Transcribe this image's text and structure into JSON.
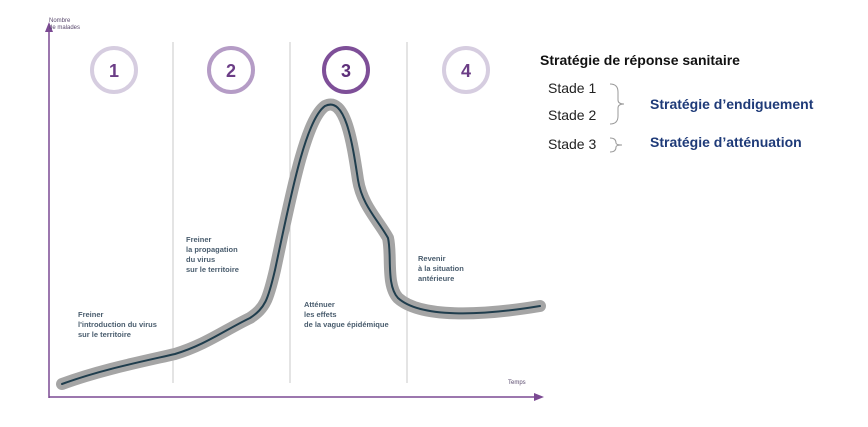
{
  "axes": {
    "y_label": "Nombre\nde malades",
    "x_label": "Temps"
  },
  "phases": [
    {
      "number": "1",
      "text": "Freiner\nl'introduction du virus\nsur le territoire"
    },
    {
      "number": "2",
      "text": "Freiner\nla propagation\ndu virus\nsur le territoire"
    },
    {
      "number": "3",
      "text": "Atténuer\nles effets\nde la vague épidémique"
    },
    {
      "number": "4",
      "text": "Revenir\nà la situation\nantérieure"
    }
  ],
  "legend": {
    "title": "Stratégie de réponse sanitaire",
    "stades": [
      "Stade 1",
      "Stade 2",
      "Stade 3"
    ],
    "strategies": [
      "Stratégie d’endiguement",
      "Stratégie d’atténuation"
    ]
  },
  "colors": {
    "circle_light": "#c9bfd6",
    "circle_mid": "#8e6aa8",
    "circle_dark": "#6b3d86",
    "axis": "#7b4a93",
    "curve_shadow": "#9e9e9e",
    "curve_line": "#1f3d4d",
    "strategy_text": "#1e3a78"
  }
}
